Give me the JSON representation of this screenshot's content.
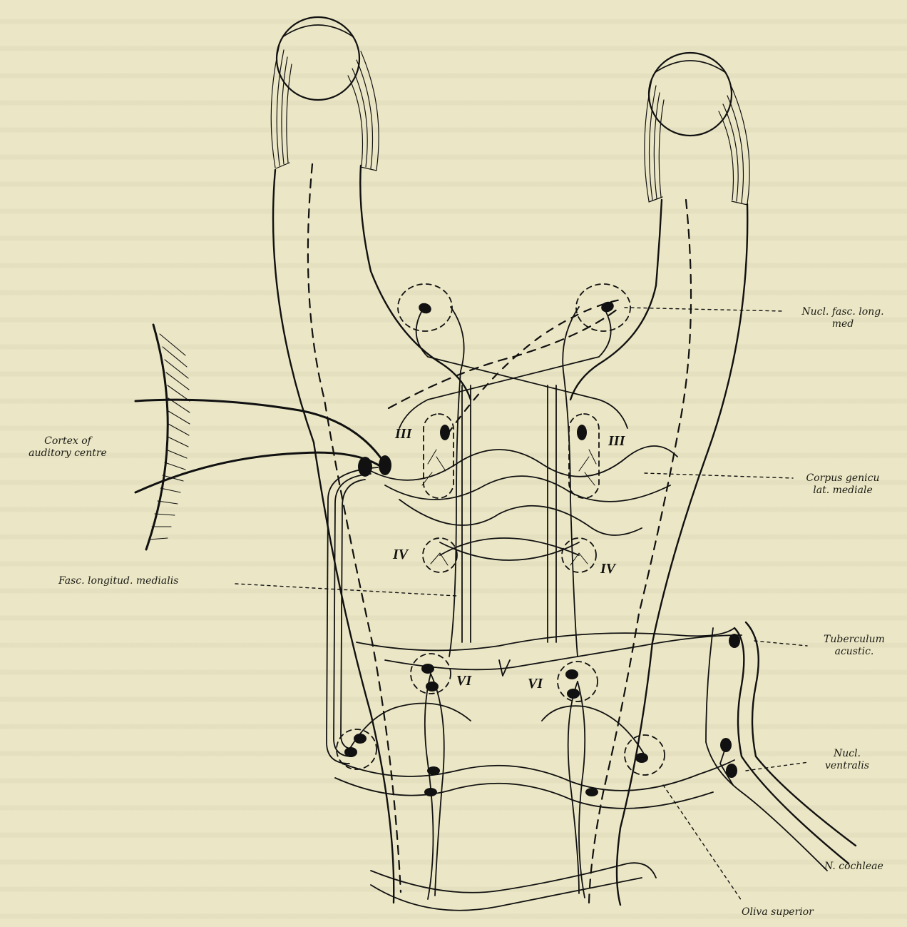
{
  "labels": {
    "nucl_fasc_long_1": "Nucl. fasc. long.",
    "nucl_fasc_long_2": "med",
    "cortex_1": "Cortex of",
    "cortex_2": "auditory centre",
    "corpus_1": "Corpus genicu",
    "corpus_2": "lat. mediale",
    "fasc_long": "Fasc. longitud. medialis",
    "tuberculum_1": "Tuberculum",
    "tuberculum_2": "acustic.",
    "nucl_ventralis_1": "Nucl.",
    "nucl_ventralis_2": "ventralis",
    "n_cochleae": "N. cochleae",
    "oliva": "Oliva superior"
  },
  "nuclei": {
    "III_left": "III",
    "III_right": "III",
    "IV_left": "IV",
    "IV_right": "IV",
    "VI_left": "VI",
    "VI_right": "VI"
  },
  "colors": {
    "paper": "#ebe7c6",
    "ink": "#111111"
  }
}
